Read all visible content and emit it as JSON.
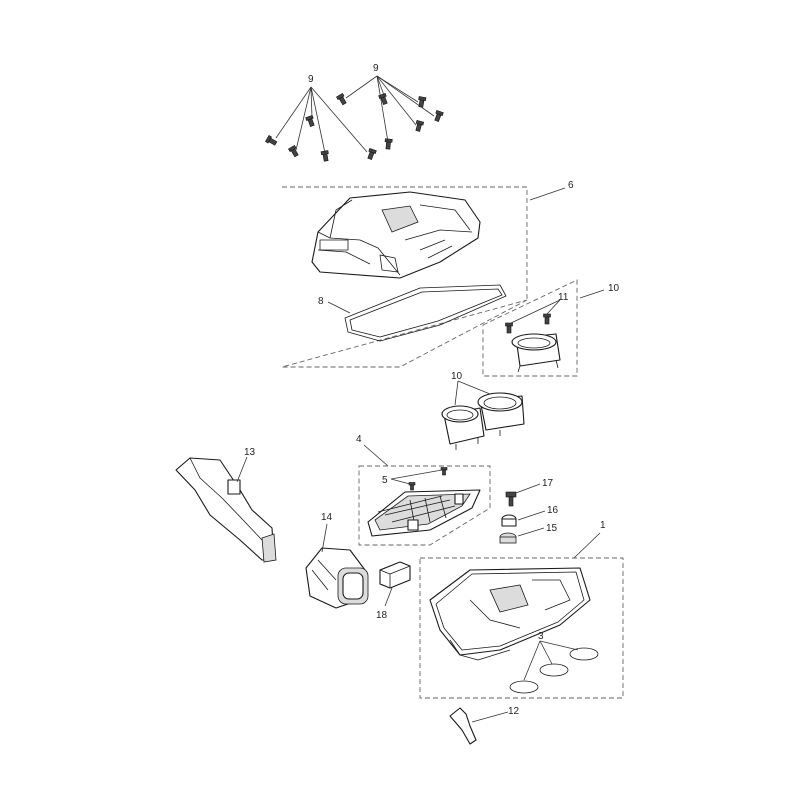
{
  "callouts": [
    {
      "id": "9a",
      "text": "9"
    },
    {
      "id": "9b",
      "text": "9"
    },
    {
      "id": "6",
      "text": "6"
    },
    {
      "id": "8",
      "text": "8"
    },
    {
      "id": "11",
      "text": "11"
    },
    {
      "id": "10a",
      "text": "10"
    },
    {
      "id": "10b",
      "text": "10"
    },
    {
      "id": "13",
      "text": "13"
    },
    {
      "id": "4",
      "text": "4"
    },
    {
      "id": "5",
      "text": "5"
    },
    {
      "id": "17",
      "text": "17"
    },
    {
      "id": "16",
      "text": "16"
    },
    {
      "id": "15",
      "text": "15"
    },
    {
      "id": "14",
      "text": "14"
    },
    {
      "id": "1",
      "text": "1"
    },
    {
      "id": "18",
      "text": "18"
    },
    {
      "id": "3",
      "text": "3"
    },
    {
      "id": "12",
      "text": "12"
    }
  ]
}
